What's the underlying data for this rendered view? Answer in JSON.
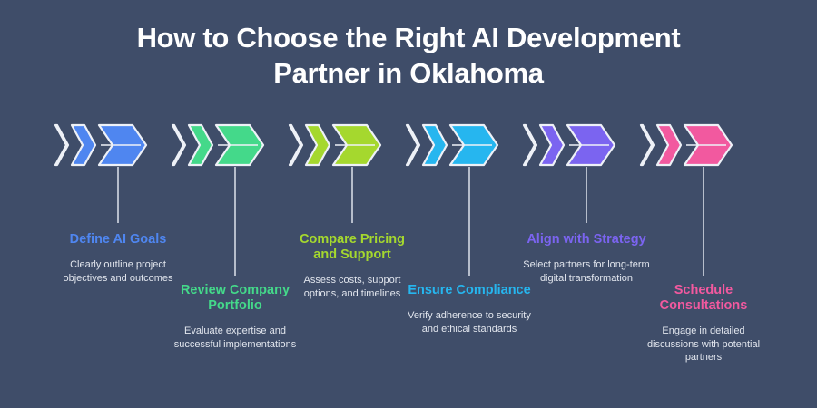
{
  "background_color": "#3f4d69",
  "header": {
    "title_line1": "How to Choose the Right AI Development",
    "title_line2": "Partner in Oklahoma",
    "title_color": "#ffffff"
  },
  "steps": [
    {
      "index": "1",
      "title": "Define AI Goals",
      "description": "Clearly outline project objectives and outcomes",
      "color": "#4f86f0",
      "position": "up",
      "arrow_icon": "triple-chevron-right-icon"
    },
    {
      "index": "2",
      "title": "Review Company Portfolio",
      "description": "Evaluate expertise and successful implementations",
      "color": "#44d98a",
      "position": "down",
      "arrow_icon": "triple-chevron-right-icon"
    },
    {
      "index": "3",
      "title": "Compare Pricing and Support",
      "description": "Assess costs, support options, and timelines",
      "color": "#a5d82e",
      "position": "up",
      "arrow_icon": "triple-chevron-right-icon"
    },
    {
      "index": "4",
      "title": "Ensure Compliance",
      "description": "Verify adherence to security and ethical standards",
      "color": "#26b6ef",
      "position": "down",
      "arrow_icon": "triple-chevron-right-icon"
    },
    {
      "index": "5",
      "title": "Align with Strategy",
      "description": "Select partners for long-term digital transformation",
      "color": "#7b64f0",
      "position": "up",
      "arrow_icon": "triple-chevron-right-icon"
    },
    {
      "index": "6",
      "title": "Schedule Consultations",
      "description": "Engage in detailed discussions with potential partners",
      "color": "#f2599f",
      "position": "down",
      "arrow_icon": "triple-chevron-right-icon"
    }
  ],
  "connector": {
    "color": "#b6bdcb"
  },
  "arrow_outline_color": "#eef1f7"
}
